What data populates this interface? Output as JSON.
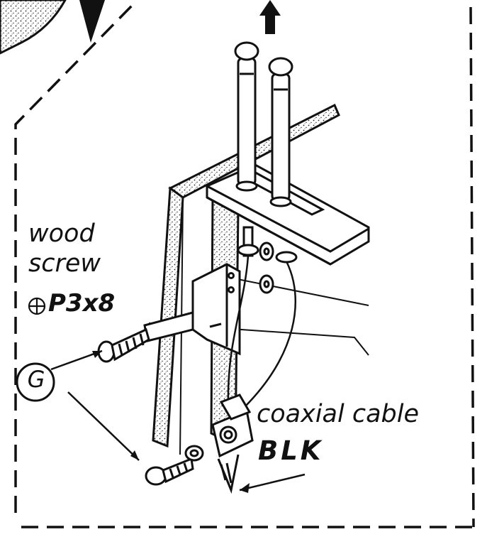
{
  "labels": {
    "wood": "wood",
    "screw": "screw",
    "screw_spec": "P3x8",
    "part_letter": "G",
    "cable": "coaxial cable",
    "cable_color": "BLK"
  },
  "colors": {
    "ink": "#111111",
    "paper": "#ffffff",
    "stipple": "#9a9a9a"
  },
  "icons": {
    "screw_head_symbol": "phillips-cross-in-circle",
    "direction_arrow": "up-arrow"
  }
}
